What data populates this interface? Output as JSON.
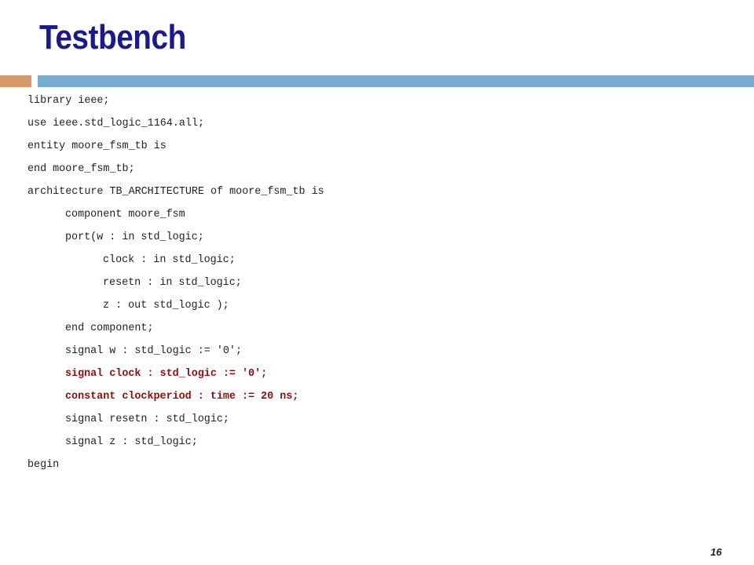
{
  "slide": {
    "title": "Testbench",
    "page_number": "16",
    "colors": {
      "title": "#1a1a8c",
      "accent_bar": "#d49a6a",
      "rule_bar": "#7aaccf",
      "highlight_text": "#8b0f0f"
    }
  },
  "code": {
    "lines": [
      "library ieee;",
      "use ieee.std_logic_1164.all;",
      "entity moore_fsm_tb is",
      "end moore_fsm_tb;",
      "architecture TB_ARCHITECTURE of moore_fsm_tb is",
      "component moore_fsm",
      "port(w : in std_logic;",
      "clock : in std_logic;",
      "resetn : in std_logic;",
      "z : out std_logic );",
      "end component;",
      "signal w : std_logic := '0';",
      "signal clock : std_logic := '0';",
      "constant clockperiod : time := 20 ns;",
      "signal resetn : std_logic;",
      "signal z : std_logic;",
      "begin"
    ]
  }
}
